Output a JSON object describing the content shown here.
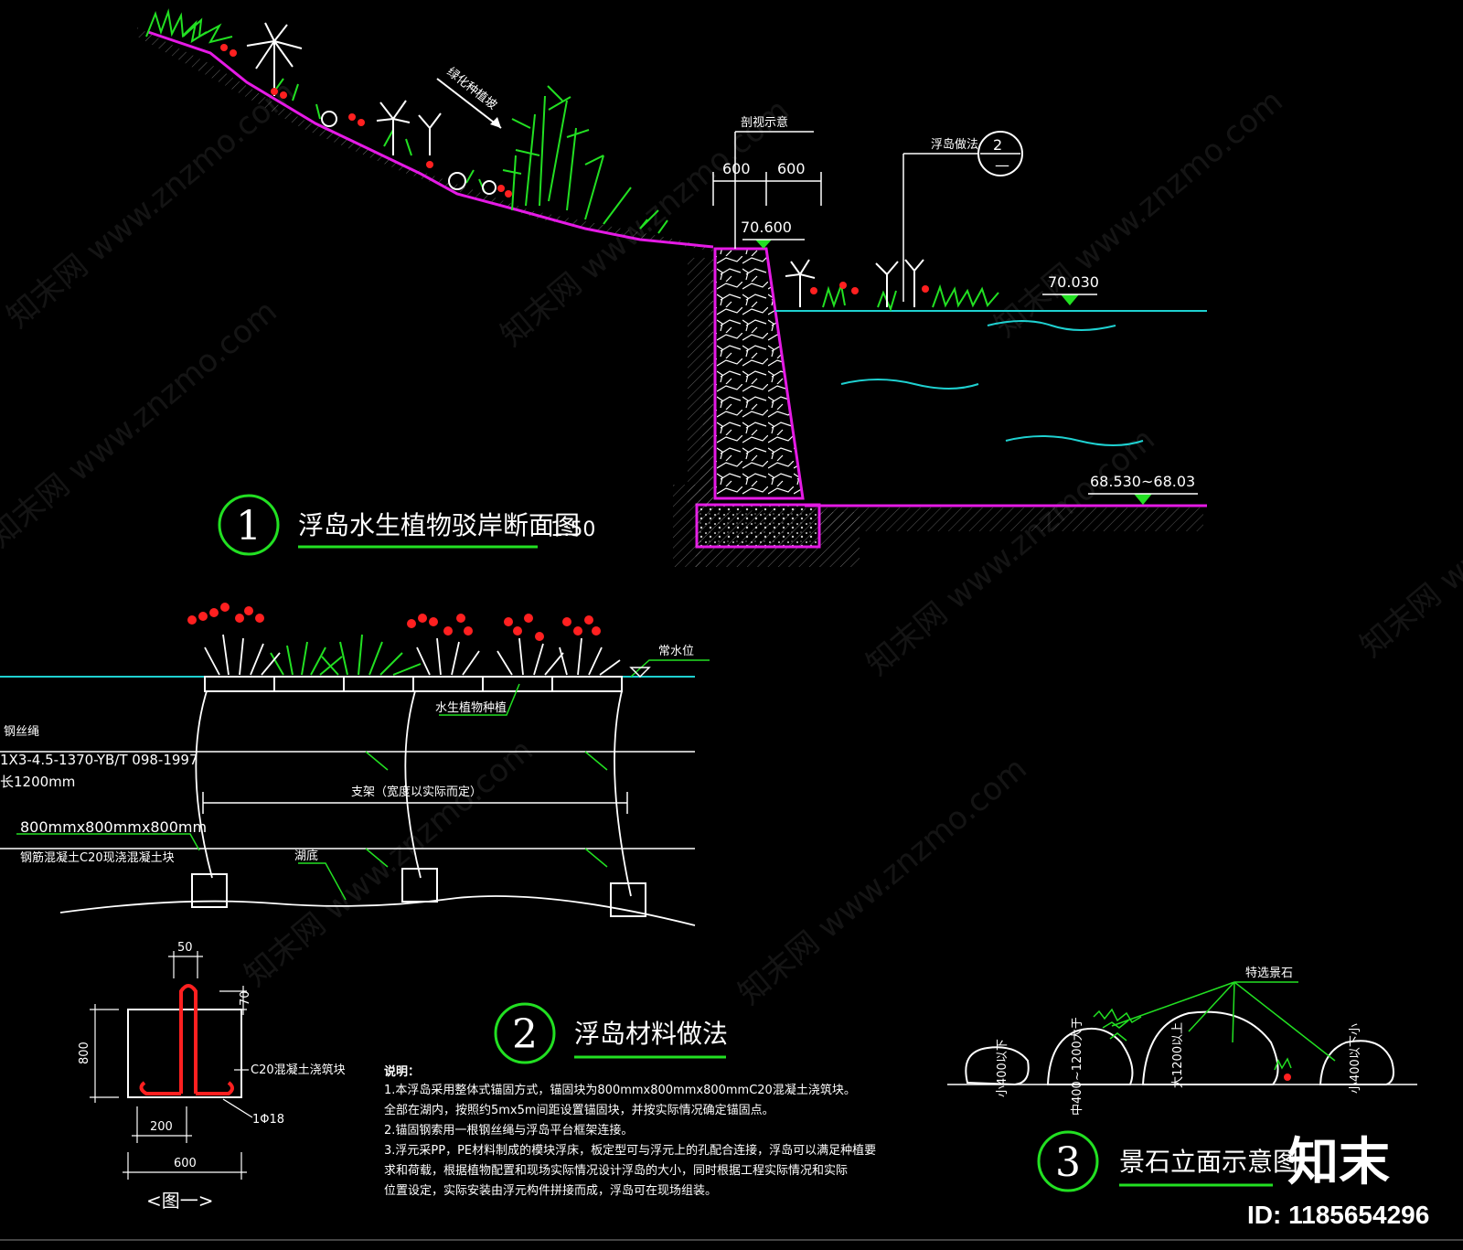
{
  "colors": {
    "background": "#000000",
    "linework": "#ffffff",
    "slope_line": "#e51ae5",
    "vegetation": "#22e022",
    "flowers": "#ff2020",
    "water": "#1fd1d1",
    "elevation_marker": "#22e022"
  },
  "section1": {
    "number": "1",
    "title": "浮岛水生植物驳岸断面图",
    "scale": "1:50",
    "elev_top": "70.600",
    "elev_water": "70.030",
    "elev_bottom": "68.530~68.03",
    "dim_a": "600",
    "dim_b": "600",
    "label_wall": "剖视示意",
    "label_slope": "绿化种植坡",
    "ref_label": "浮岛做法",
    "ref_num": "2"
  },
  "section2": {
    "number": "2",
    "title": "浮岛材料做法",
    "label_water": "常水位",
    "label_plant": "水生植物种植",
    "label_rope": "钢丝绳",
    "spec_rope": "1X3-4.5-1370-YB/T 098-1997",
    "spec_len": "长1200mm",
    "label_span": "支架（宽度以实际而定）",
    "block_size": "800mmx800mmx800mm",
    "block_desc": "钢筋混凝土C20现浇混凝土块",
    "label_bed": "湖底"
  },
  "detail": {
    "caption": "<图一>",
    "dim_50": "50",
    "dim_70": "70",
    "dim_800": "800",
    "dim_200": "200",
    "dim_600": "600",
    "label_c20": "C20混凝土浇筑块",
    "label_rebar": "1Φ18"
  },
  "notes": {
    "heading": "说明：",
    "lines": [
      "1.本浮岛采用整体式锚固方式，锚固块为800mmx800mmx800mmC20混凝土浇筑块。",
      "  全部在湖内，按照约5mx5m间距设置锚固块，并按实际情况确定锚固点。",
      "2.锚固钢索用一根钢丝绳与浮岛平台框架连接。",
      "3.浮元采PP，PE材料制成的模块浮床，板定型可与浮元上的孔配合连接，浮岛可以满足种植要",
      "  求和荷载，根据植物配置和现场实际情况设计浮岛的大小，同时根据工程实际情况和实际",
      "  位置设定，实际安装由浮元构件拼接而成，浮岛可在现场组装。"
    ]
  },
  "section3": {
    "number": "3",
    "title": "景石立面示意图",
    "label_top": "特选景石",
    "rocks": [
      "小400以下",
      "中400~1200大于",
      "大1200以上",
      "小400以下小"
    ]
  },
  "watermark": "知末网 www.znzmo.com",
  "brand": "知末",
  "id_text": "ID: 1185654296"
}
